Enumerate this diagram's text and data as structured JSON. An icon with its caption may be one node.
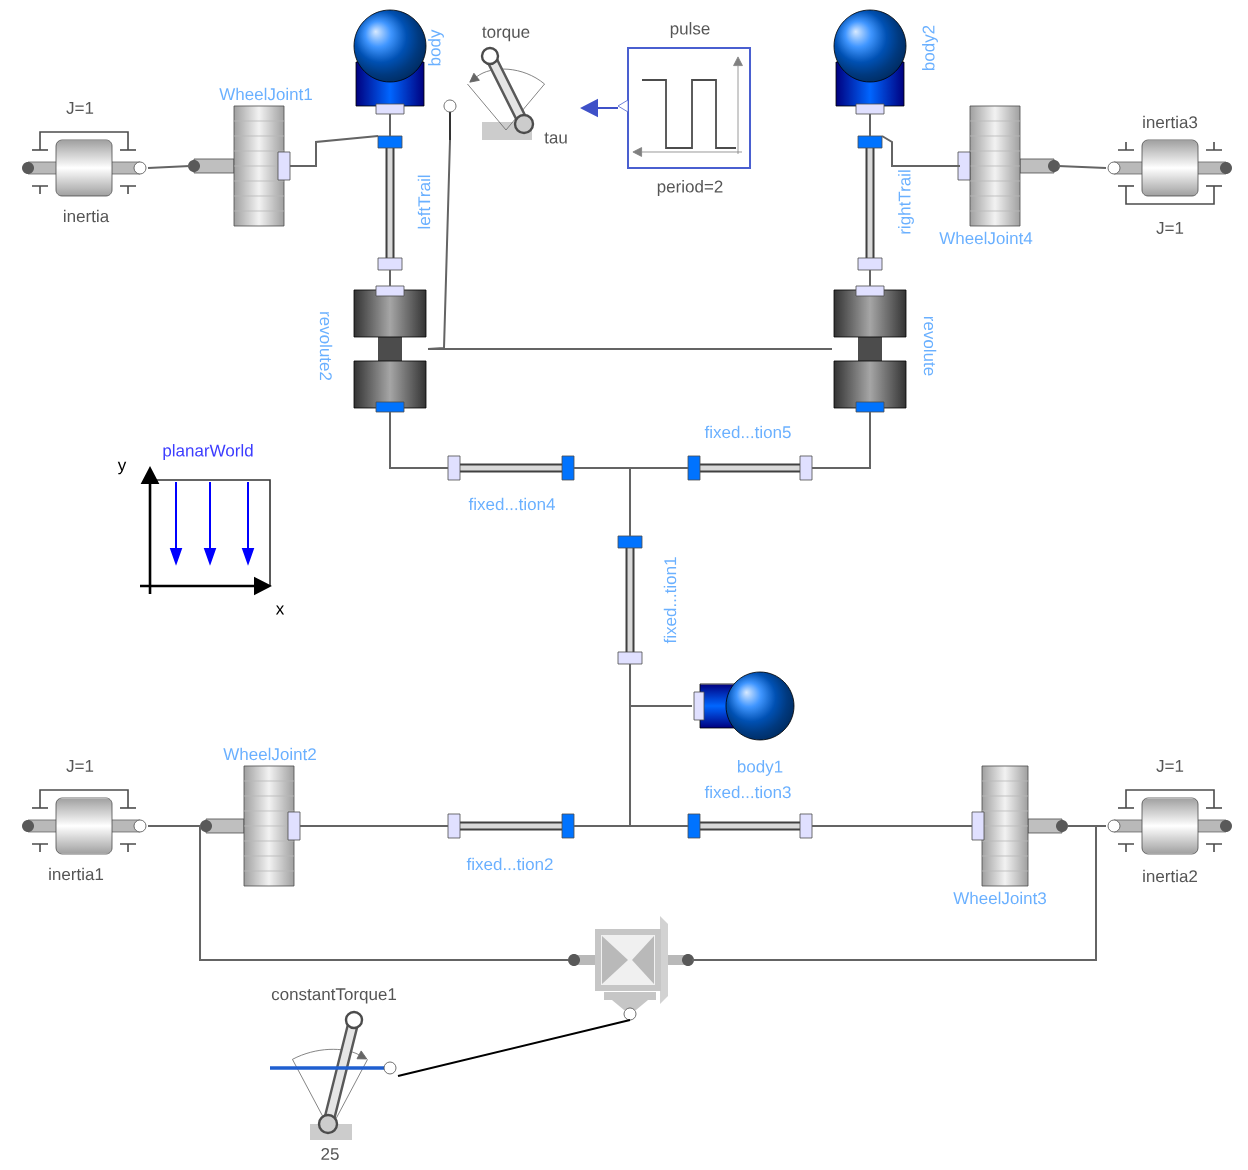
{
  "diagram": {
    "nodes": [
      {
        "text": [
          "J=1",
          "inertia"
        ]
      },
      {
        "text": [
          "WheelJoint1"
        ]
      },
      {
        "text": [
          "body"
        ]
      },
      {
        "text": [
          "torque",
          "tau"
        ]
      },
      {
        "text": [
          "pulse",
          "period=2"
        ]
      },
      {
        "text": [
          "body2"
        ]
      },
      {
        "text": [
          "WheelJoint4"
        ]
      },
      {
        "text": [
          "inertia3",
          "J=1"
        ]
      },
      {
        "text": [
          "leftTrail"
        ]
      },
      {
        "text": [
          "rightTrail"
        ]
      },
      {
        "text": [
          "revolute2"
        ]
      },
      {
        "text": [
          "revolute"
        ]
      },
      {
        "text": [
          "planarWorld",
          "y",
          "x"
        ]
      },
      {
        "text": [
          "fixed...tion4"
        ]
      },
      {
        "text": [
          "fixed...tion5"
        ]
      },
      {
        "text": [
          "fixed...tion1"
        ]
      },
      {
        "text": [
          "body1"
        ]
      },
      {
        "text": [
          "J=1",
          "inertia1"
        ]
      },
      {
        "text": [
          "WheelJoint2"
        ]
      },
      {
        "text": [
          "fixed...tion2"
        ]
      },
      {
        "text": [
          "fixed...tion3"
        ]
      },
      {
        "text": [
          "WheelJoint3"
        ]
      },
      {
        "text": [
          "J=1",
          "inertia2"
        ]
      },
      {
        "text": [],
        "shape": "picture"
      },
      {
        "text": [
          "constantTorque1",
          "25"
        ]
      }
    ],
    "edges": [
      {
        "from": 0,
        "to": 1,
        "arrow": "none"
      },
      {
        "from": 1,
        "to": 8,
        "arrow": "none"
      },
      {
        "from": 2,
        "to": 8,
        "arrow": "none"
      },
      {
        "from": 8,
        "to": 10,
        "arrow": "none"
      },
      {
        "from": 10,
        "to": 11,
        "arrow": "none"
      },
      {
        "from": 3,
        "to": 10,
        "arrow": "none"
      },
      {
        "from": 4,
        "to": 3,
        "arrow": "to",
        "color": "#3f51c8"
      },
      {
        "from": 5,
        "to": 9,
        "arrow": "none"
      },
      {
        "from": 6,
        "to": 9,
        "arrow": "none"
      },
      {
        "from": 6,
        "to": 7,
        "arrow": "none"
      },
      {
        "from": 9,
        "to": 11,
        "arrow": "none"
      },
      {
        "from": 10,
        "to": 13,
        "arrow": "none"
      },
      {
        "from": 13,
        "to": 14,
        "arrow": "none"
      },
      {
        "from": 14,
        "to": 11,
        "arrow": "none"
      },
      {
        "from": 13,
        "to": 15,
        "arrow": "none"
      },
      {
        "from": 15,
        "to": 16,
        "arrow": "none"
      },
      {
        "from": 15,
        "to": 19,
        "arrow": "none"
      },
      {
        "from": 15,
        "to": 20,
        "arrow": "none"
      },
      {
        "from": 17,
        "to": 18,
        "arrow": "none"
      },
      {
        "from": 18,
        "to": 19,
        "arrow": "none"
      },
      {
        "from": 20,
        "to": 21,
        "arrow": "none"
      },
      {
        "from": 21,
        "to": 22,
        "arrow": "none"
      },
      {
        "from": 18,
        "to": 23,
        "arrow": "none"
      },
      {
        "from": 21,
        "to": 23,
        "arrow": "none"
      },
      {
        "from": 24,
        "to": 23,
        "arrow": "none",
        "color": "#000000"
      }
    ]
  }
}
